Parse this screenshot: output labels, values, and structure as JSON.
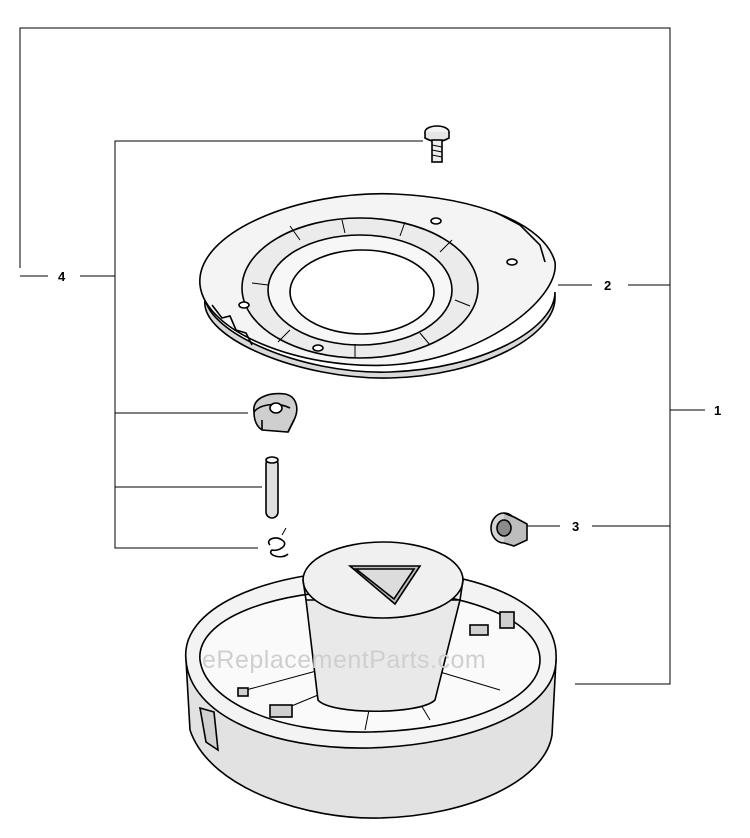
{
  "callouts": [
    {
      "id": "1",
      "label": "1"
    },
    {
      "id": "2",
      "label": "2"
    },
    {
      "id": "3",
      "label": "3"
    },
    {
      "id": "4",
      "label": "4"
    }
  ],
  "watermark": "eReplacementParts.com",
  "colors": {
    "line": "#000000",
    "part_fill": "#f2f2f2",
    "part_shade": "#cccccc",
    "watermark": "#cfcfcf"
  }
}
